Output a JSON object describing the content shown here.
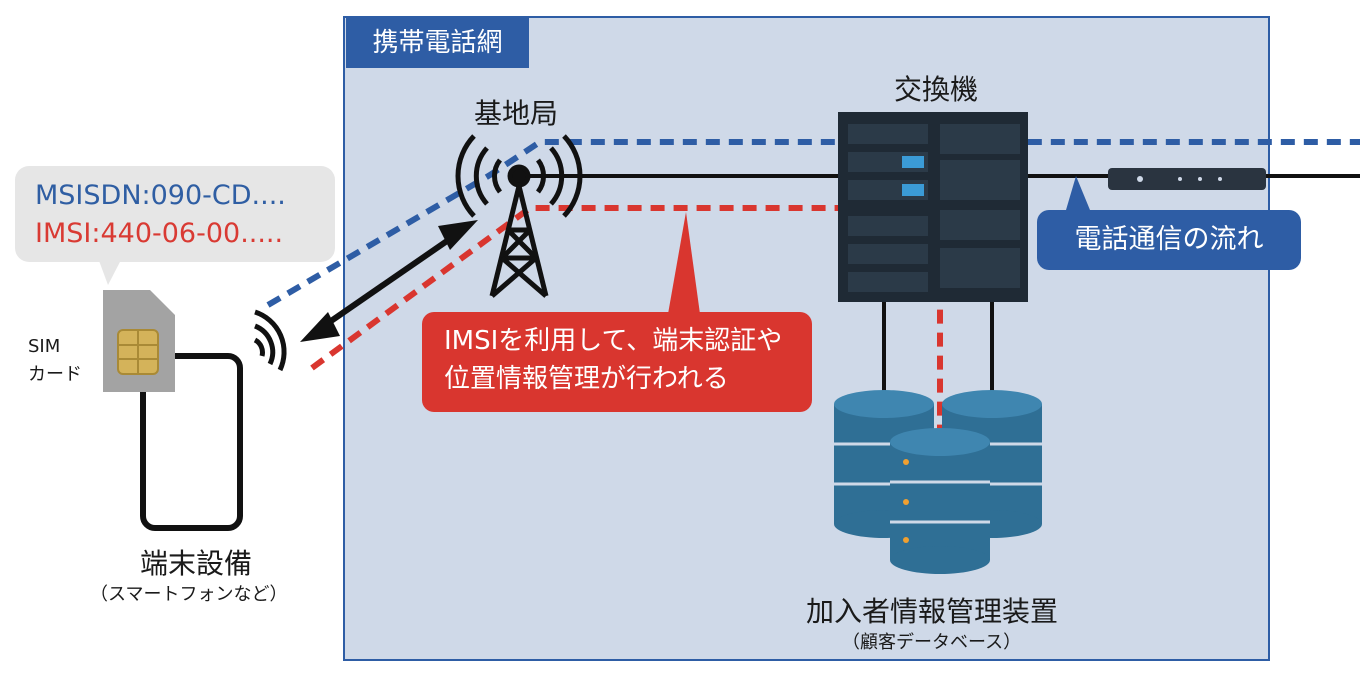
{
  "network_label": "携帯電話網",
  "base_station_label": "基地局",
  "exchange_label": "交換機",
  "sim_label_line1": "SIM",
  "sim_label_line2": "カード",
  "bubble": {
    "msisdn": "MSISDN:090-CD....",
    "imsi": "IMSI:440-06-00....."
  },
  "red_callout": {
    "line1": "IMSIを利用して、端末認証や",
    "line2": "位置情報管理が行われる"
  },
  "blue_callout": "電話通信の流れ",
  "device_label": "端末設備",
  "device_sub": "（スマートフォンなど）",
  "db_label": "加入者情報管理装置",
  "db_sub": "（顧客データベース）",
  "colors": {
    "network_bg": "#cfd9e8",
    "blue": "#2e5da5",
    "red": "#d9362f",
    "db": "#2f6f95"
  }
}
